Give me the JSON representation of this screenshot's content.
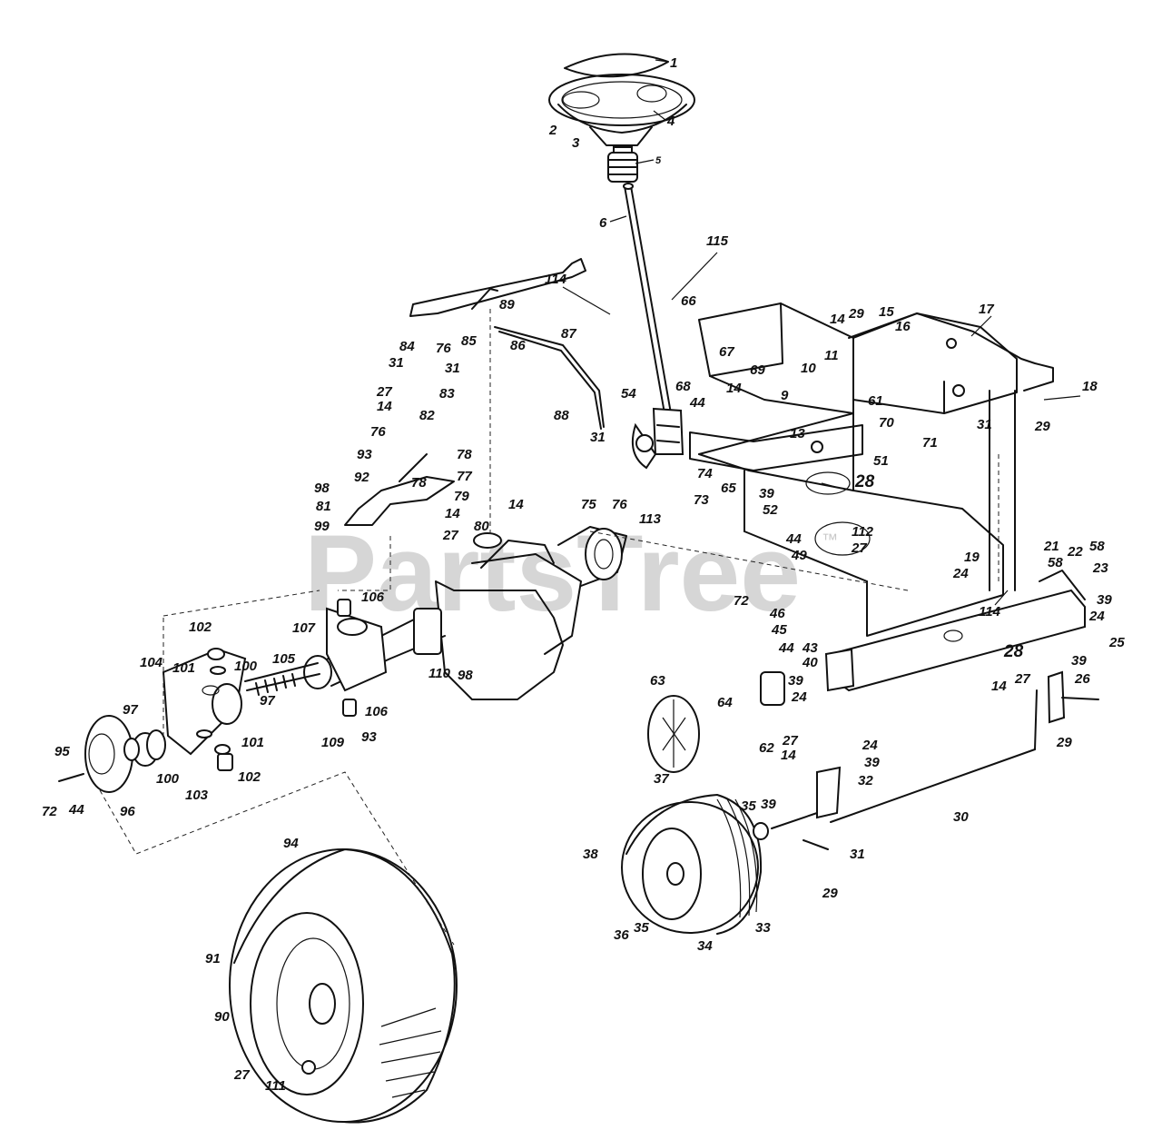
{
  "watermark": {
    "text": "PartsTree",
    "trademark": "™"
  },
  "callouts": {
    "c1": "1",
    "c2": "2",
    "c3": "3",
    "c4": "4",
    "c5": "5",
    "c6": "6",
    "c9": "9",
    "c10": "10",
    "c11": "11",
    "c13": "13",
    "c14a": "14",
    "c14b": "14",
    "c14c": "14",
    "c14d": "14",
    "c14e": "14",
    "c14f": "14",
    "c14g": "14",
    "c15": "15",
    "c16": "16",
    "c17": "17",
    "c18": "18",
    "c19": "19",
    "c21": "21",
    "c22": "22",
    "c23": "23",
    "c24a": "24",
    "c24b": "24",
    "c24c": "24",
    "c24d": "24",
    "c25": "25",
    "c26": "26",
    "c27a": "27",
    "c27b": "27",
    "c27c": "27",
    "c27d": "27",
    "c27e": "27",
    "c27f": "27",
    "c28a": "28",
    "c28b": "28",
    "c29a": "29",
    "c29b": "29",
    "c29c": "29",
    "c29d": "29",
    "c30": "30",
    "c31a": "31",
    "c31b": "31",
    "c31c": "31",
    "c31d": "31",
    "c31e": "31",
    "c32": "32",
    "c33": "33",
    "c34": "34",
    "c35a": "35",
    "c35b": "35",
    "c36": "36",
    "c37": "37",
    "c38": "38",
    "c39a": "39",
    "c39b": "39",
    "c39c": "39",
    "c39d": "39",
    "c39e": "39",
    "c39f": "39",
    "c40": "40",
    "c43": "43",
    "c44a": "44",
    "c44b": "44",
    "c44c": "44",
    "c44d": "44",
    "c45": "45",
    "c46": "46",
    "c49": "49",
    "c51": "51",
    "c52": "52",
    "c54": "54",
    "c58a": "58",
    "c58b": "58",
    "c61": "61",
    "c62": "62",
    "c63": "63",
    "c64": "64",
    "c65": "65",
    "c66": "66",
    "c67": "67",
    "c68": "68",
    "c69": "69",
    "c70": "70",
    "c71": "71",
    "c72a": "72",
    "c72b": "72",
    "c73": "73",
    "c74": "74",
    "c75": "75",
    "c76a": "76",
    "c76b": "76",
    "c76c": "76",
    "c77": "77",
    "c78a": "78",
    "c78b": "78",
    "c79": "79",
    "c80": "80",
    "c81": "81",
    "c82": "82",
    "c83": "83",
    "c84": "84",
    "c85": "85",
    "c86": "86",
    "c87": "87",
    "c88": "88",
    "c89": "89",
    "c90": "90",
    "c91": "91",
    "c92": "92",
    "c93a": "93",
    "c93b": "93",
    "c94": "94",
    "c95": "95",
    "c96": "96",
    "c97a": "97",
    "c97b": "97",
    "c98a": "98",
    "c98b": "98",
    "c99": "99",
    "c100a": "100",
    "c100b": "100",
    "c101a": "101",
    "c101b": "101",
    "c102a": "102",
    "c102b": "102",
    "c103": "103",
    "c104": "104",
    "c105": "105",
    "c106a": "106",
    "c106b": "106",
    "c107": "107",
    "c109": "109",
    "c110": "110",
    "c111": "111",
    "c112": "112",
    "c113": "113",
    "c114a": "114",
    "c114b": "114",
    "c115": "115"
  }
}
